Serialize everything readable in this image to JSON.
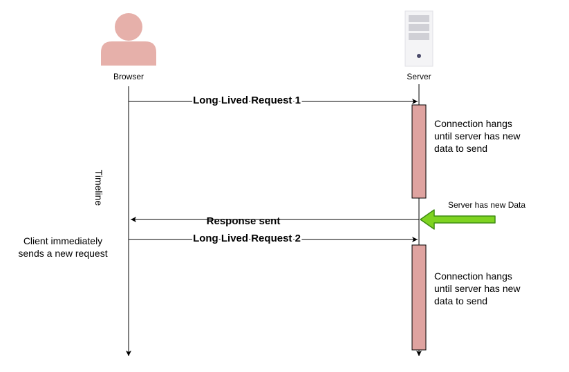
{
  "actors": {
    "browser": "Browser",
    "server": "Server"
  },
  "timeline_label": "Timeline",
  "messages": {
    "request1": "Long Lived Request 1",
    "response": "Response sent",
    "request2": "Long Lived Request 2"
  },
  "notes": {
    "hang1": [
      "Connection hangs",
      "until server has new",
      "data to send"
    ],
    "hang2": [
      "Connection hangs",
      "until server has new",
      "data to send"
    ],
    "client": [
      "Client immediately",
      "sends a new request"
    ],
    "server_event": "Server has new Data"
  },
  "colors": {
    "person": "#e6b0aa",
    "activation_fill": "#dfa3a0",
    "server_body": "#f4f4f6",
    "server_slot": "#d0d0d6",
    "server_led": "#4a4a6a",
    "arrow_green": "#7ed321",
    "arrow_green_stroke": "#3d8c12"
  },
  "icons": {
    "browser": "person-icon",
    "server": "server-icon"
  }
}
